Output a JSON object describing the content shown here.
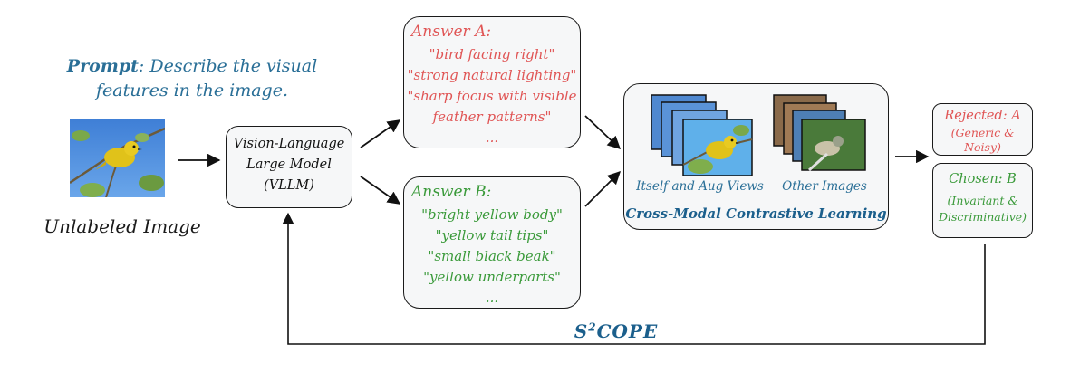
{
  "prompt": {
    "label": "Prompt",
    "text_line1": ": Describe the visual",
    "text_line2": "features in the image."
  },
  "input": {
    "caption": "Unlabeled Image"
  },
  "vllm": {
    "line1": "Vision-Language",
    "line2": "Large Model",
    "line3": "(VLLM)"
  },
  "answer_a": {
    "title": "Answer A:",
    "lines": [
      "\"bird facing right\"",
      "\"strong natural lighting\"",
      "\"sharp focus with visible",
      "feather patterns\"",
      "..."
    ]
  },
  "answer_b": {
    "title": "Answer B:",
    "lines": [
      "\"bright yellow body\"",
      "\"yellow tail tips\"",
      "\"small black beak\"",
      "\"yellow underparts\"",
      "..."
    ]
  },
  "contrastive": {
    "title": "Cross-Modal Contrastive Learning",
    "itself_label": "Itself and Aug Views",
    "other_label": "Other Images"
  },
  "result": {
    "rejected_line1": "Rejected: A",
    "rejected_line2": "(Generic &",
    "rejected_line3": "Noisy)",
    "chosen_line1": "Chosen: B",
    "chosen_line2": "(Invariant &",
    "chosen_line3": "Discriminative)"
  },
  "loop": {
    "label_main": "S",
    "label_sup": "2",
    "label_rest": "COPE"
  },
  "colors": {
    "accent_blue": "#1b5f8c",
    "rejected_red": "#e05555",
    "chosen_green": "#3a9a3a"
  }
}
